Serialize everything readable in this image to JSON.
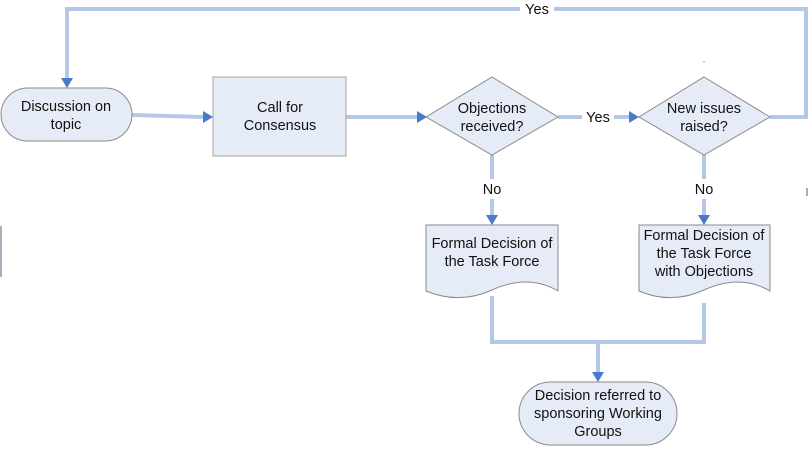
{
  "diagram": {
    "type": "flowchart",
    "colors": {
      "connector": "#b4c7e7",
      "arrowhead": "#4a7ac8",
      "node_fill": "#e6ecf7",
      "node_border": "#8a8a8a"
    },
    "nodes": {
      "discussion": {
        "shape": "terminator",
        "lines": [
          "Discussion on",
          "topic"
        ]
      },
      "call_consensus": {
        "shape": "process",
        "lines": [
          "Call for",
          "Consensus"
        ]
      },
      "objections": {
        "shape": "decision",
        "lines": [
          "Objections",
          "received?"
        ]
      },
      "new_issues": {
        "shape": "decision",
        "lines": [
          "New issues",
          "raised?"
        ]
      },
      "formal_decision": {
        "shape": "document",
        "lines": [
          "Formal Decision of",
          "the Task Force"
        ]
      },
      "formal_decision_objections": {
        "shape": "document",
        "lines": [
          "Formal Decision of",
          "the Task Force",
          "with Objections"
        ]
      },
      "referred": {
        "shape": "terminator",
        "lines": [
          "Decision referred to",
          "sponsoring Working",
          "Groups"
        ]
      }
    },
    "edges": [
      {
        "from": "discussion",
        "to": "call_consensus",
        "label": ""
      },
      {
        "from": "call_consensus",
        "to": "objections",
        "label": ""
      },
      {
        "from": "objections",
        "to": "new_issues",
        "label": "Yes"
      },
      {
        "from": "objections",
        "to": "formal_decision",
        "label": "No"
      },
      {
        "from": "new_issues",
        "to": "formal_decision_objections",
        "label": "No"
      },
      {
        "from": "new_issues",
        "to": "discussion",
        "label": "Yes"
      },
      {
        "from": "formal_decision",
        "to": "referred",
        "label": ""
      },
      {
        "from": "formal_decision_objections",
        "to": "referred",
        "label": ""
      }
    ]
  }
}
